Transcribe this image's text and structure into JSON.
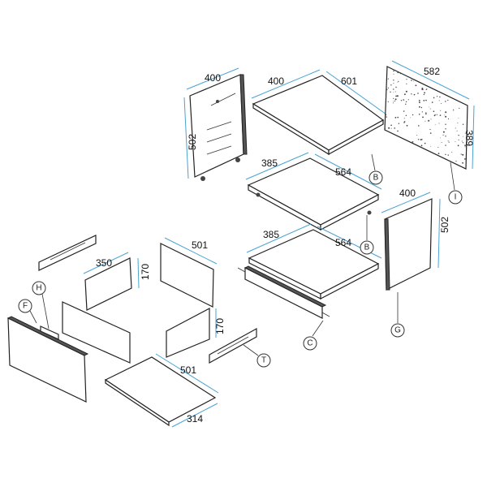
{
  "dimensions": {
    "left_side_width": "400",
    "left_side_height": "502",
    "top_depth": "400",
    "top_width": "601",
    "back_width": "582",
    "back_height": "389",
    "shelf1_depth": "385",
    "shelf1_width": "564",
    "right_side_width": "400",
    "right_side_height": "502",
    "shelf2_depth": "385",
    "shelf2_width": "564",
    "drawer_side_depth": "350",
    "drawer_side_height": "170",
    "drawer_back_width": "501",
    "drawer_side2_height": "170",
    "drawer_bottom_width": "501",
    "drawer_bottom_depth": "314"
  },
  "callouts": {
    "b1": "B",
    "b2": "B",
    "i": "I",
    "g": "G",
    "c": "C",
    "t": "T",
    "h": "H",
    "f": "F"
  },
  "colors": {
    "dimension": "#4aa3d4",
    "outline": "#222222"
  }
}
